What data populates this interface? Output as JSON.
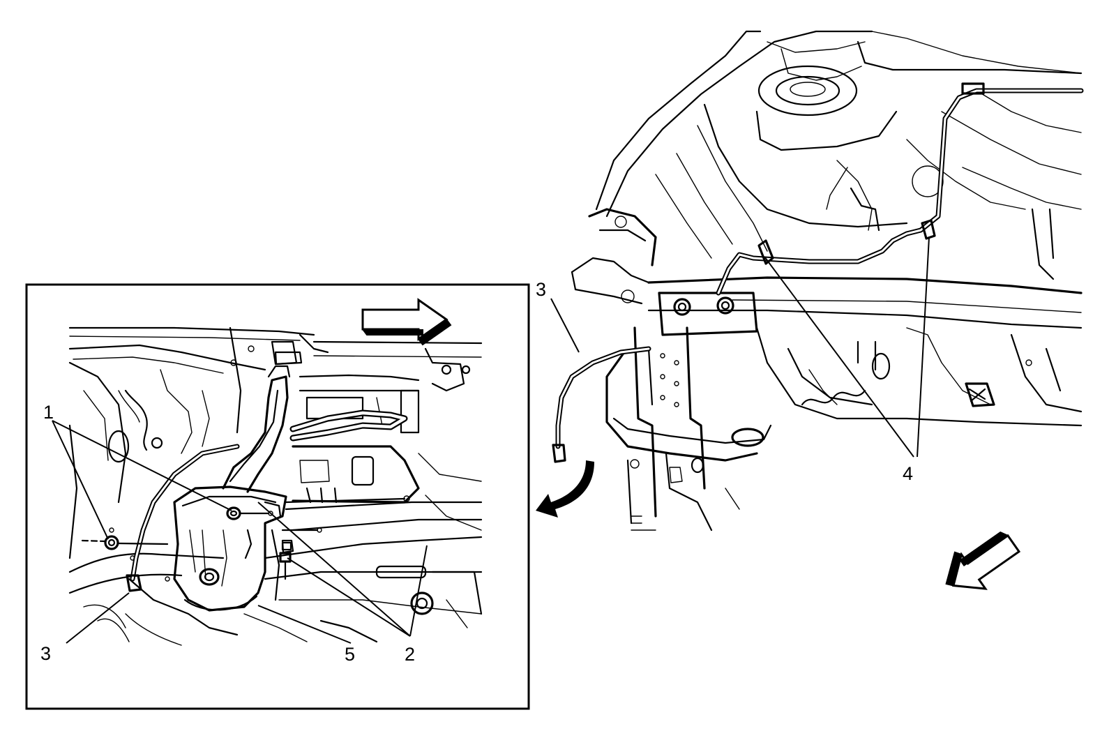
{
  "callouts": {
    "c1": "1",
    "c2": "2",
    "c3_inset": "3",
    "c5": "5",
    "c3_main": "3",
    "c4": "4"
  },
  "colors": {
    "ink": "#000000",
    "paper": "#ffffff"
  },
  "icons": {
    "inset_arrow": "direction-arrow-right-icon",
    "removal_arrow": "curved-arrow-down-left-icon",
    "orientation_arrow": "direction-arrow-down-left-icon"
  }
}
